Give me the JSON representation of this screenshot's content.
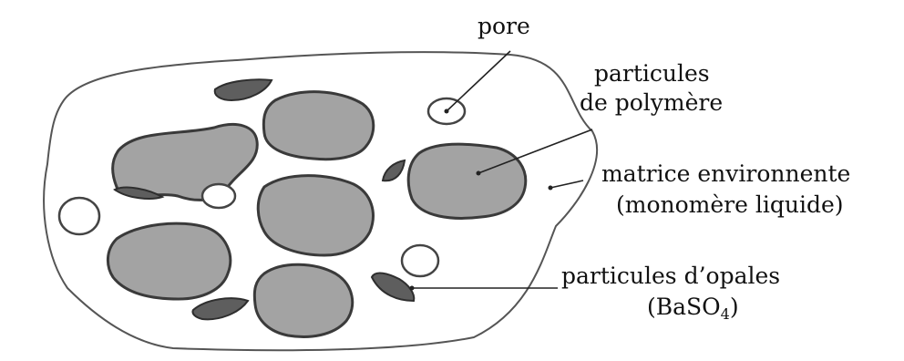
{
  "labels": {
    "pore": "pore",
    "polymer_line1": "particules",
    "polymer_line2": "de polymère",
    "matrix_line1": "matrice environnente",
    "matrix_line2": "(monomère liquide)",
    "opal_line1": "particules d’opales",
    "opal_formula_prefix": "(BaSO",
    "opal_formula_subscript": "4",
    "opal_formula_suffix": ")"
  },
  "colors": {
    "polymer_fill": "#a3a3a3",
    "polymer_stroke": "#3a3a3a",
    "opal_fill": "#5e5e5e",
    "outline": "#555555",
    "text": "#111111"
  }
}
